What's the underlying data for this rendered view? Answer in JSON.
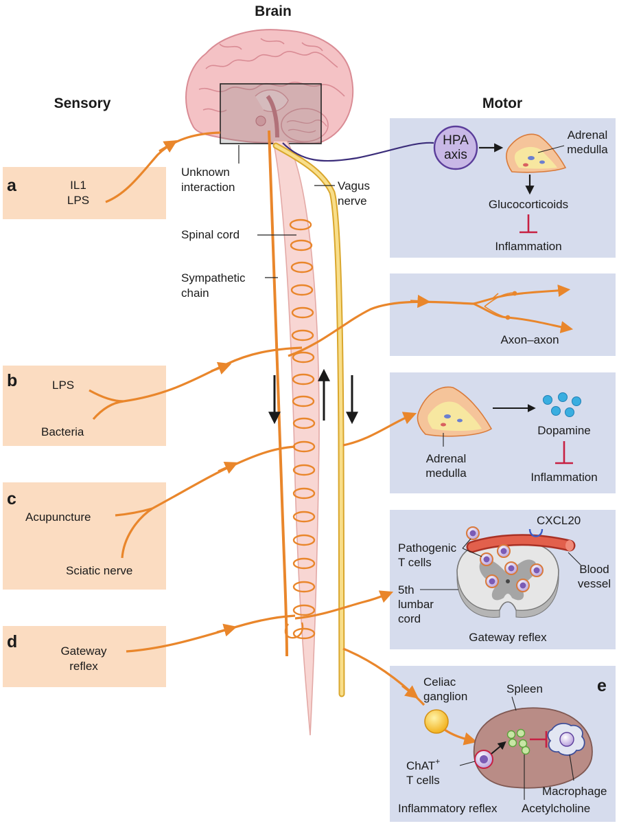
{
  "headers": {
    "brain": "Brain",
    "sensory": "Sensory",
    "motor": "Motor"
  },
  "letters": {
    "a": "a",
    "b": "b",
    "c": "c",
    "d": "d",
    "e": "e"
  },
  "sensory": {
    "a": {
      "line1": "IL1",
      "line2": "LPS"
    },
    "b": {
      "line1": "LPS",
      "line2": "Bacteria"
    },
    "c": {
      "line1": "Acupuncture",
      "line2": "Sciatic nerve"
    },
    "d": {
      "line1": "Gateway",
      "line2": "reflex"
    }
  },
  "center": {
    "unknown1": "Unknown",
    "unknown2": "interaction",
    "spinal": "Spinal cord",
    "symp1": "Sympathetic",
    "symp2": "chain",
    "vagus1": "Vagus",
    "vagus2": "nerve"
  },
  "motor": {
    "hpa1": "HPA",
    "hpa2": "axis",
    "adrenal1": "Adrenal",
    "adrenal2": "medulla",
    "glucocorticoids": "Glucocorticoids",
    "inflammation": "Inflammation",
    "axon": "Axon–axon",
    "dopamine": "Dopamine",
    "cxcl20": "CXCL20",
    "pathogenic1": "Pathogenic",
    "pathogenic2": "T cells",
    "blood1": "Blood",
    "blood2": "vessel",
    "lumbar1": "5th",
    "lumbar2": "lumbar",
    "lumbar3": "cord",
    "gateway": "Gateway reflex",
    "celiac1": "Celiac",
    "celiac2": "ganglion",
    "spleen": "Spleen",
    "chat1": "ChAT",
    "chat_sup": "+",
    "chat2": "T cells",
    "macrophage": "Macrophage",
    "acetylcholine": "Acetylcholine",
    "inflammatory_reflex": "Inflammatory reflex"
  },
  "colors": {
    "nerve_orange": "#e9862b",
    "vagus_yellow": "#f2cf6c",
    "panel_left": "#fbdcc1",
    "panel_right": "#d6dced",
    "brain_pink": "#f4c2c5",
    "hpa_purple": "#c8b8e6",
    "inhibit_red": "#c72042",
    "spleen_brown": "#b98c86",
    "dopamine_blue": "#3aaee0"
  }
}
